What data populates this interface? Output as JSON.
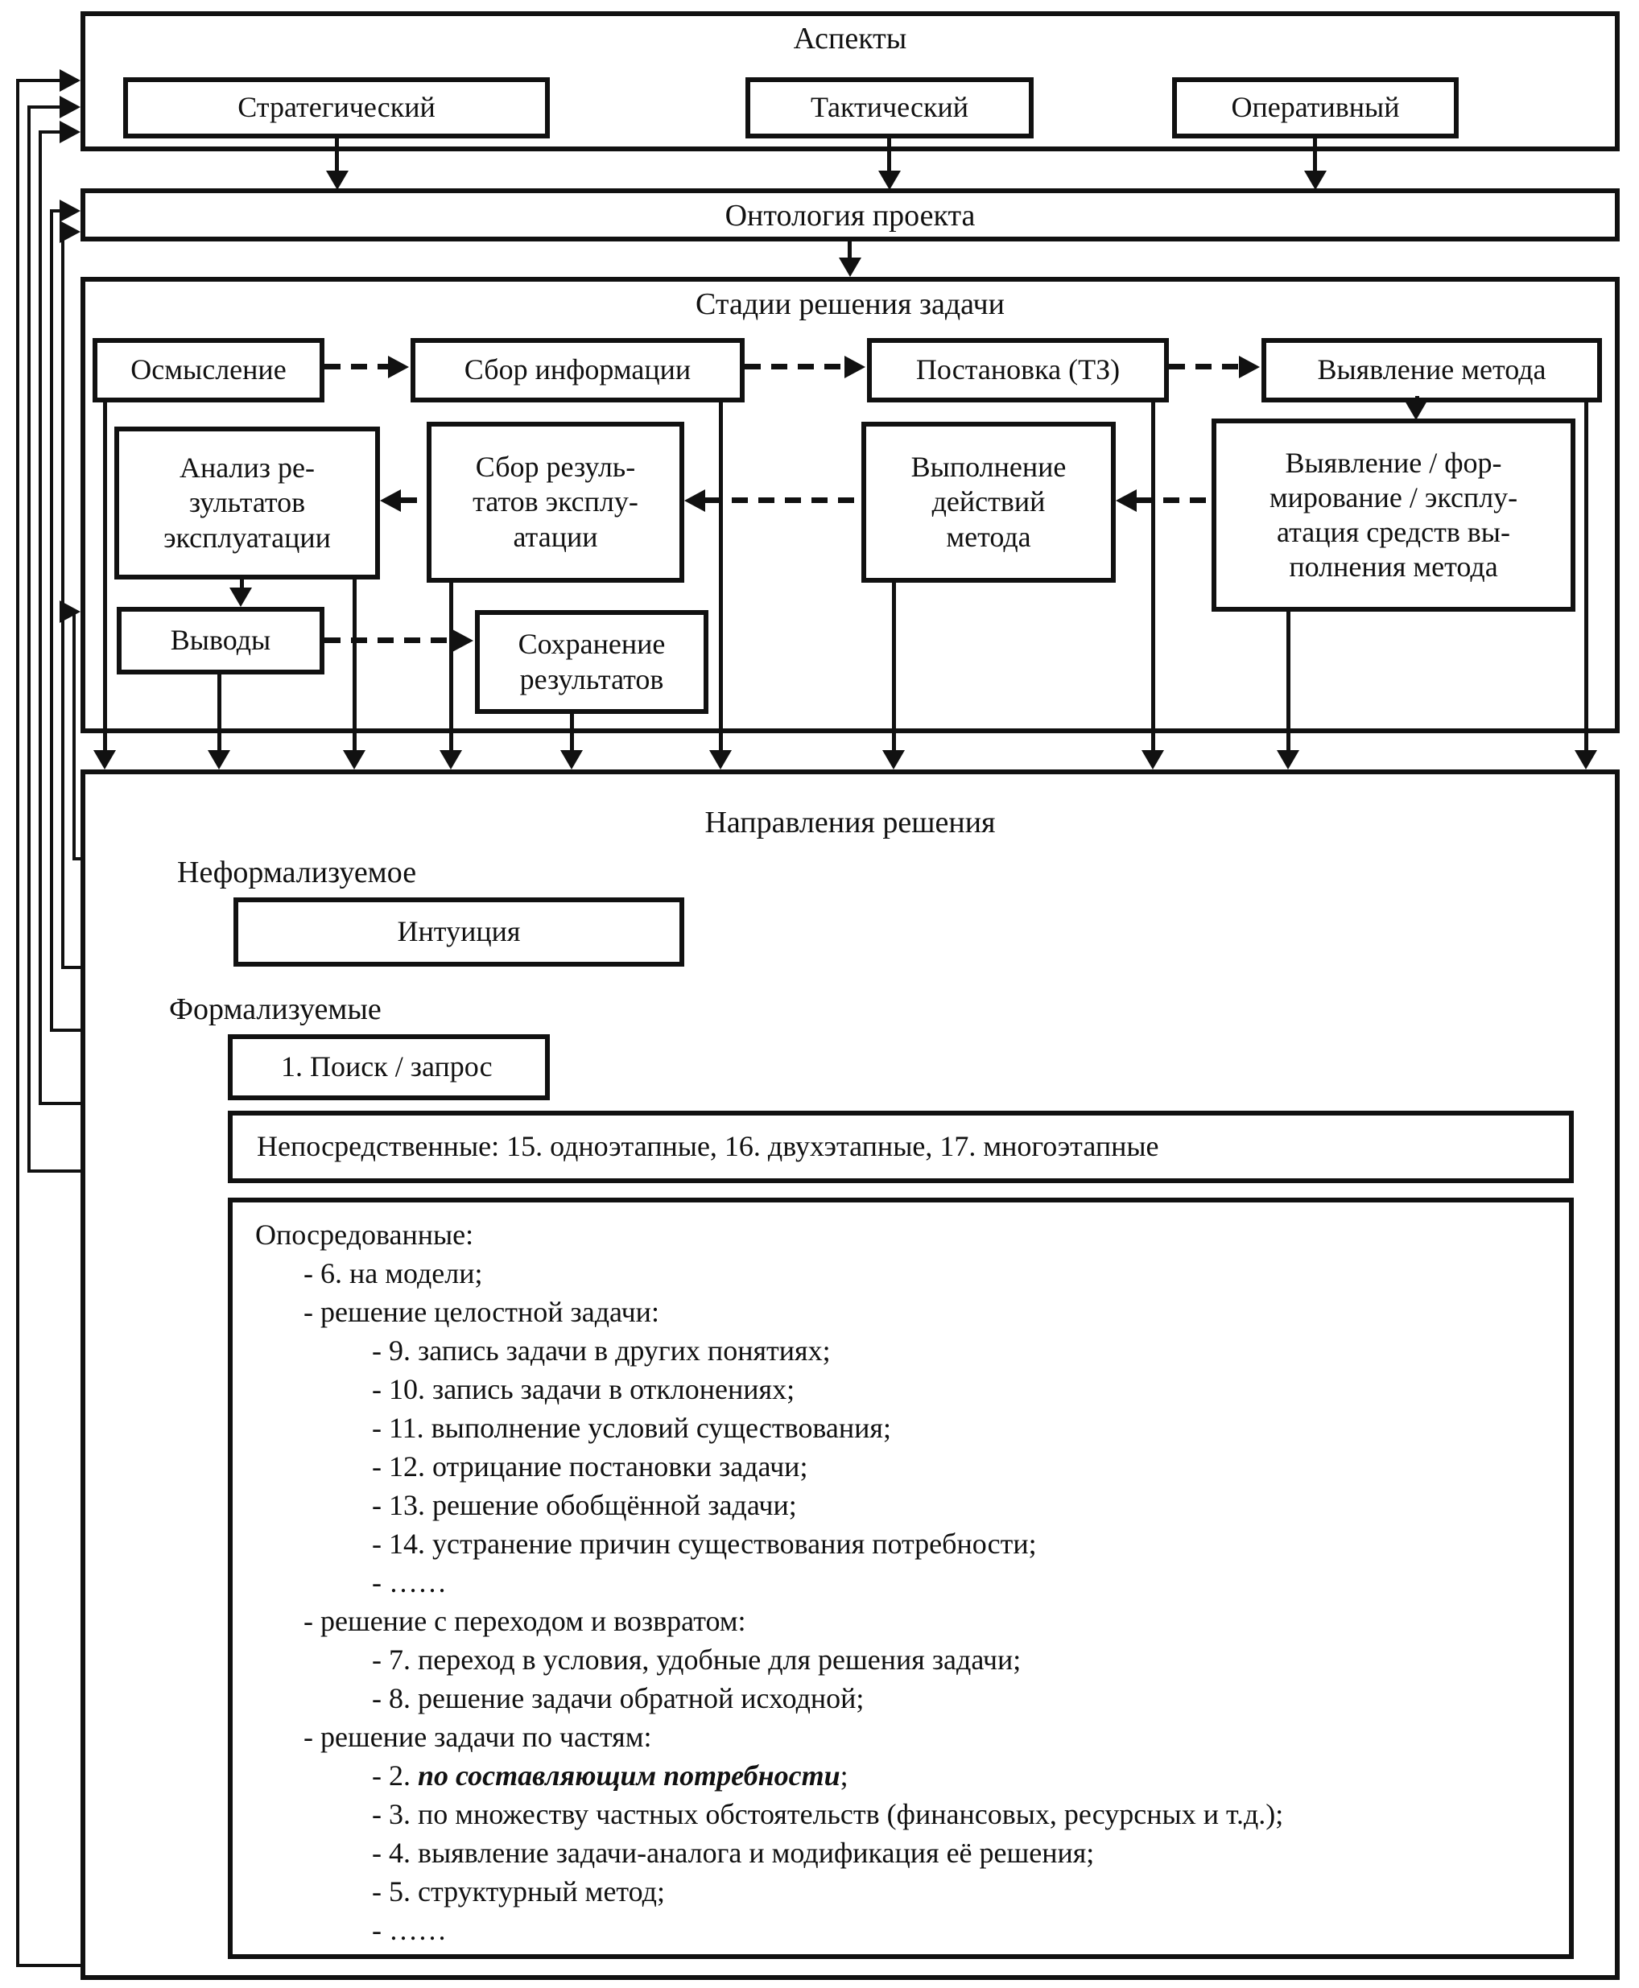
{
  "diagram": {
    "aspects": {
      "title": "Аспекты",
      "strategic": "Стратегический",
      "tactical": "Тактический",
      "operational": "Оперативный"
    },
    "ontology": {
      "title": "Онтология проекта"
    },
    "stages": {
      "title": "Стадии решения задачи",
      "osmyslenie": "Осмысление",
      "sbor_informacii": "Сбор информации",
      "postanovka": "Постановка (ТЗ)",
      "vyjavlenie_metoda": "Выявление метода",
      "analiz": "Анализ ре-\nзультатов\nэксплуатации",
      "sbor_rezultatov": "Сбор резуль-\nтатов эксплу-\nатации",
      "vypolnenie": "Выполнение\nдействий\nметода",
      "vyjavlenie_formirovanie": "Выявление / фор-\nмирование / эксплу-\nатация средств вы-\nполнения метода",
      "vyvody": "Выводы",
      "sohranenie": "Сохранение\nрезультатов"
    },
    "directions": {
      "title": "Направления решения",
      "non_formalizable_label": "Неформализуемое",
      "intuition": "Интуиция",
      "formalizable_label": "Формализуемые",
      "search": "1. Поиск / запрос",
      "direct": "Непосредственные: 15. одноэтапные, 16. двухэтапные, 17. многоэтапные",
      "indirect_title": "Опосредованные:",
      "indirect_items": [
        "- 6. на модели;",
        "- решение целостной задачи:",
        "- 9. запись задачи в других понятиях;",
        "- 10. запись задачи в отклонениях;",
        "- 11. выполнение условий существования;",
        "- 12. отрицание постановки задачи;",
        "- 13. решение обобщённой задачи;",
        "- 14. устранение причин существования потребности;",
        "- ……",
        "- решение с переходом и возвратом:",
        "- 7. переход в условия, удобные для решения задачи;",
        "- 8. решение задачи обратной исходной;",
        "- решение задачи по частям:",
        {
          "prefix": "- 2. ",
          "emphasis": "по составляющим потребности",
          "suffix": ";"
        },
        "- 3. по множеству частных обстоятельств (финансовых, ресурсных и т.д.);",
        "- 4. выявление задачи-аналога и модификация её решения;",
        "- 5. структурный метод;",
        "- ……"
      ]
    },
    "colors": {
      "ink": "#111111",
      "background": "#ffffff"
    }
  }
}
